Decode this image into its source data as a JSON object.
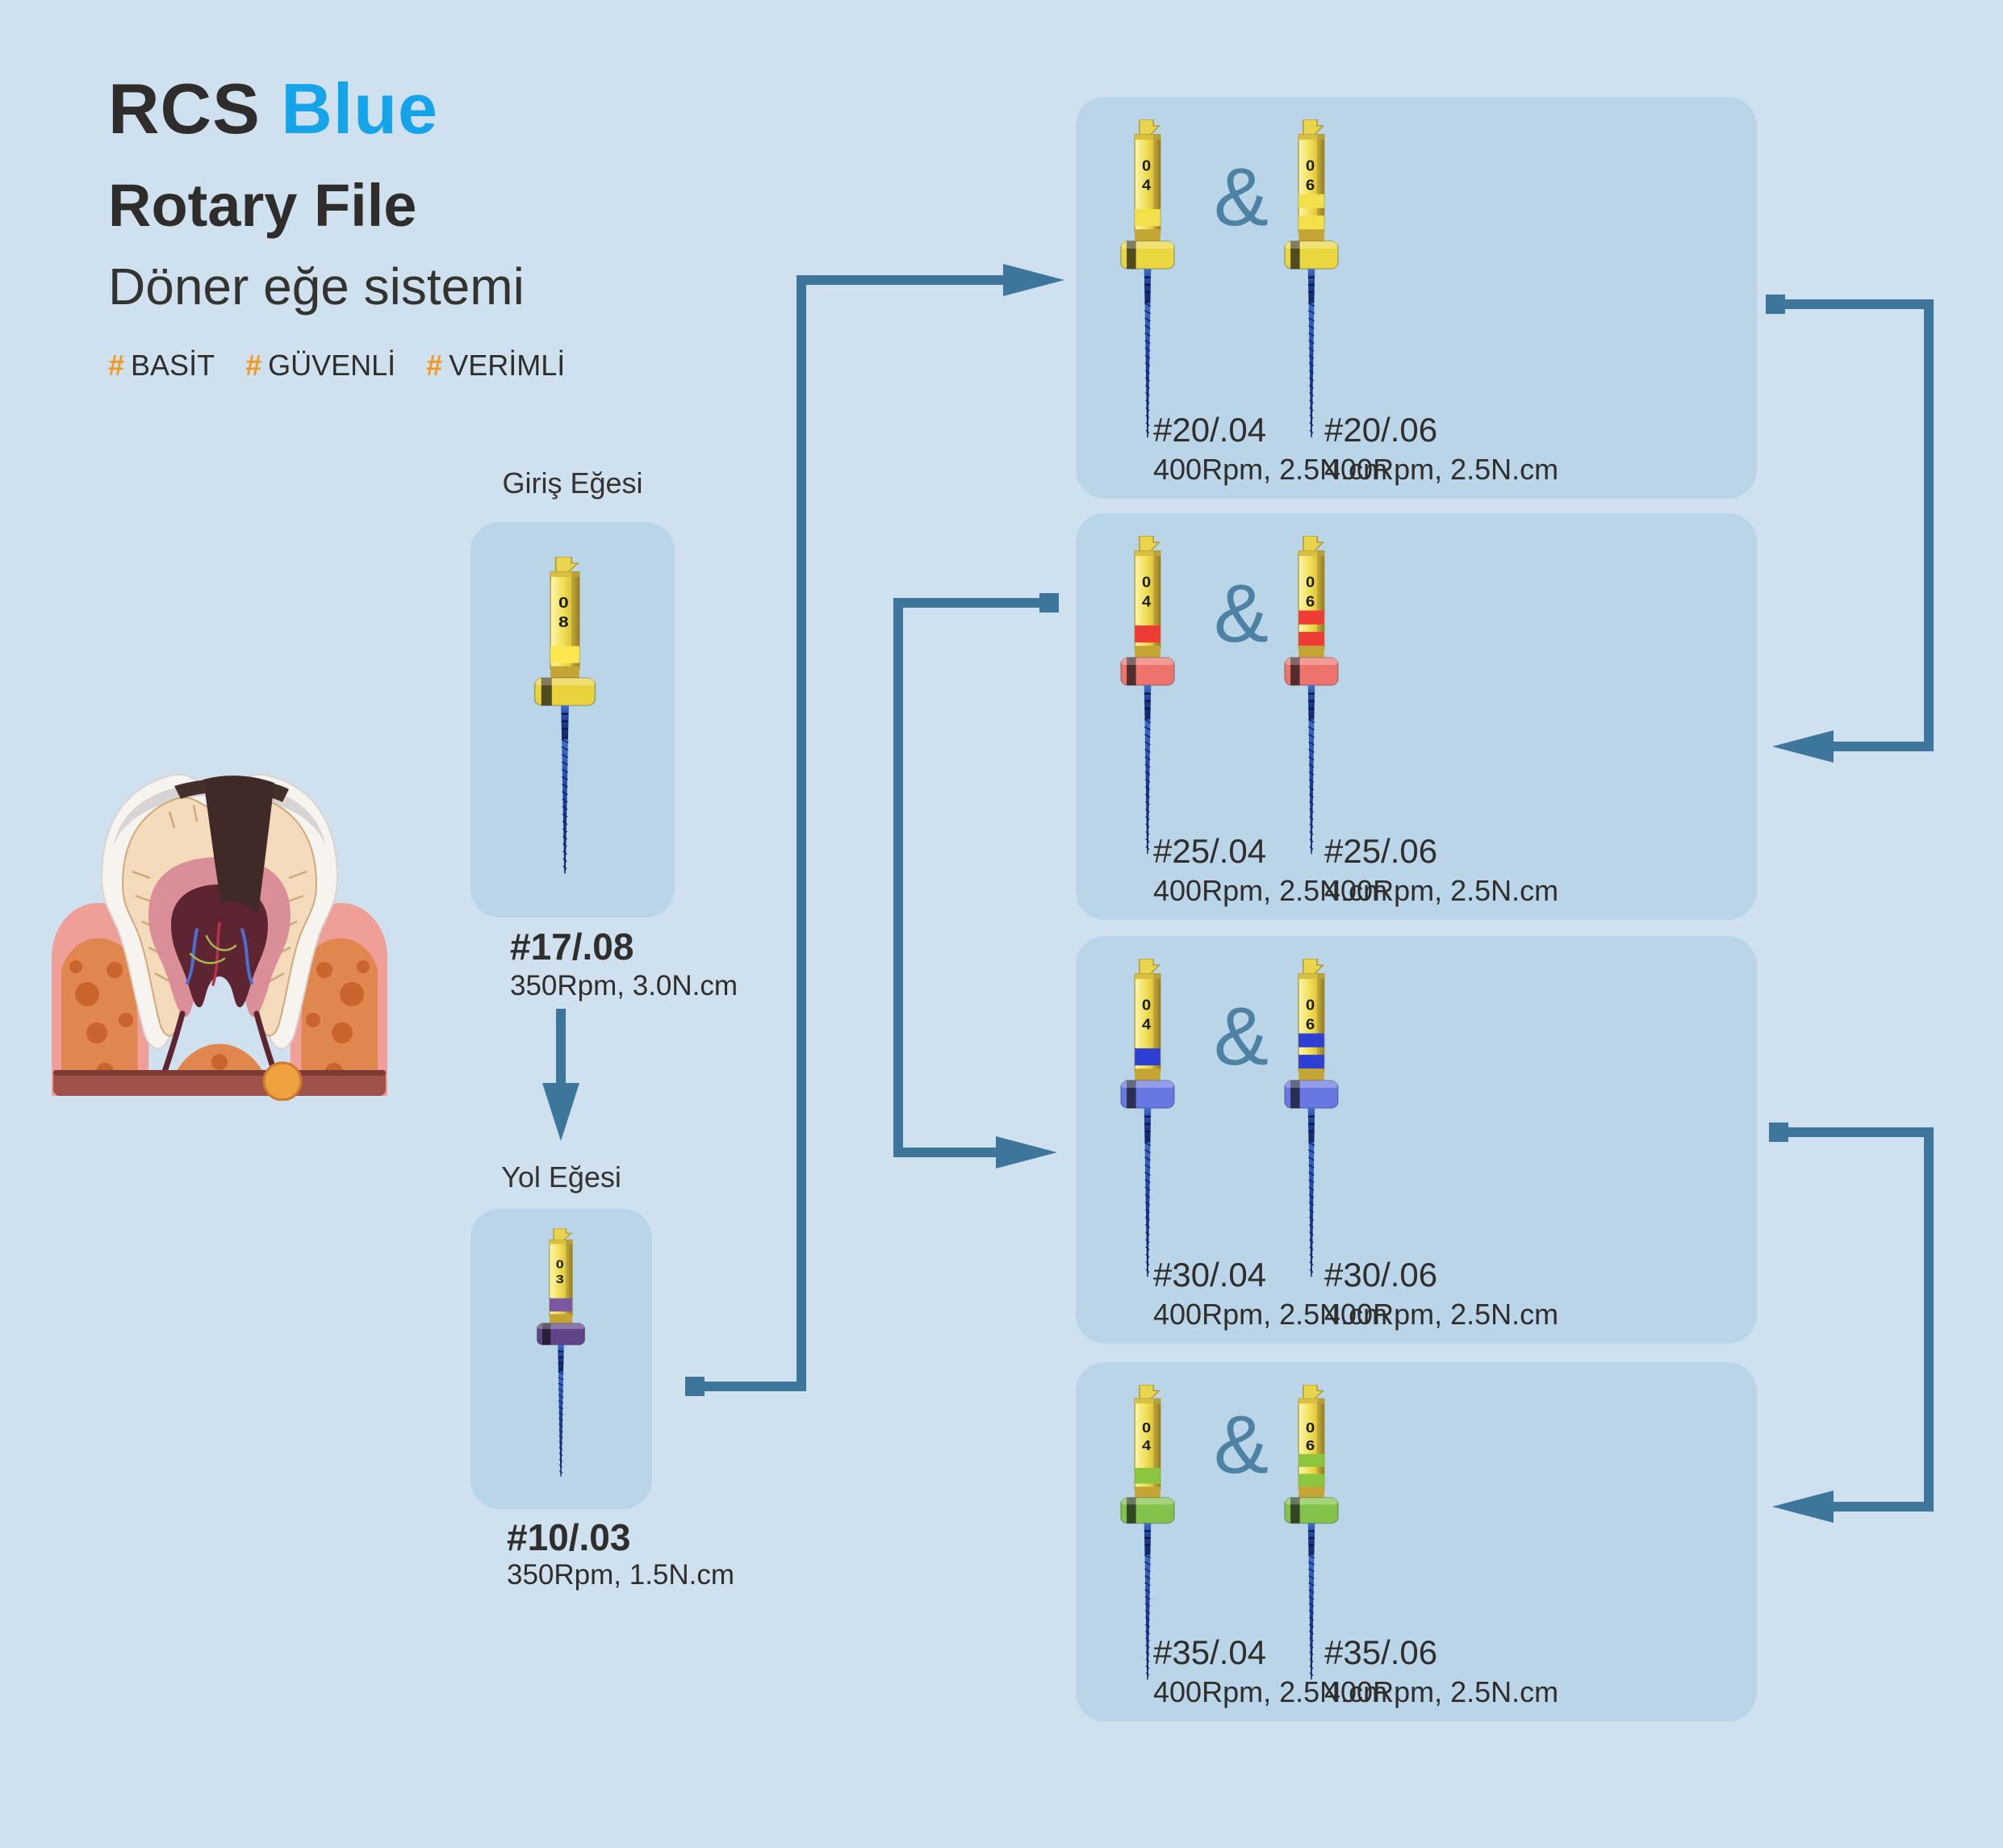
{
  "colors": {
    "background": "#cfe1ef",
    "card": "#b9d5e7",
    "accent_blue": "#15a3ea",
    "text_dark": "#2e2d2c",
    "hash_orange": "#f5991d",
    "connector": "#3e759b",
    "ampersand": "#4d82a4",
    "handle_gold_light": "#fdf6b0",
    "handle_gold": "#f0df55",
    "handle_gold_dark": "#c9a92e",
    "shaft_blue_light": "#3f6cc9",
    "shaft_blue": "#1b3a92",
    "shaft_blue_dark": "#10255f"
  },
  "header": {
    "title_main": "RCS",
    "title_accent": "Blue",
    "title_line2": "Rotary File",
    "title_line3": "Döner eğe sistemi",
    "hashtags": [
      {
        "symbol": "#",
        "label": "BASİT"
      },
      {
        "symbol": "#",
        "label": "GÜVENLİ"
      },
      {
        "symbol": "#",
        "label": "VERİMLİ"
      }
    ]
  },
  "intro": {
    "giris": {
      "label": "Giriş Eğesi",
      "spec": "#17/.08",
      "params": "350Rpm, 3.0N.cm",
      "digits": "08",
      "band_color": "#ffe74f",
      "disc_color": "#e9d23b",
      "bands": 1
    },
    "yol": {
      "label": "Yol Eğesi",
      "spec": "#10/.03",
      "params": "350Rpm, 1.5N.cm",
      "digits": "03",
      "band_color": "#7b57a4",
      "disc_color": "#5f4488",
      "bands": 1
    }
  },
  "pairs": [
    {
      "amp": "&",
      "left": {
        "spec": "#20/.04",
        "params": "400Rpm, 2.5N.cm",
        "digits": "04",
        "band_color": "#f3e04b",
        "disc_color": "#ead73f",
        "bands": 1
      },
      "right": {
        "spec": "#20/.06",
        "params": "400Rpm, 2.5N.cm",
        "digits": "06",
        "band_color": "#f3e04b",
        "disc_color": "#ead73f",
        "bands": 2
      }
    },
    {
      "amp": "&",
      "left": {
        "spec": "#25/.04",
        "params": "400Rpm, 2.5N.cm",
        "digits": "04",
        "band_color": "#ee3b35",
        "disc_color": "#ee736d",
        "bands": 1
      },
      "right": {
        "spec": "#25/.06",
        "params": "400Rpm, 2.5N.cm",
        "digits": "06",
        "band_color": "#ee3b35",
        "disc_color": "#ee736d",
        "bands": 2
      }
    },
    {
      "amp": "&",
      "left": {
        "spec": "#30/.04",
        "params": "400Rpm, 2.5N.cm",
        "digits": "04",
        "band_color": "#2e3fd4",
        "disc_color": "#6877e2",
        "bands": 1
      },
      "right": {
        "spec": "#30/.06",
        "params": "400Rpm, 2.5N.cm",
        "digits": "06",
        "band_color": "#2e3fd4",
        "disc_color": "#6877e2",
        "bands": 2
      }
    },
    {
      "amp": "&",
      "left": {
        "spec": "#35/.04",
        "params": "400Rpm, 2.5N.cm",
        "digits": "04",
        "band_color": "#8cc63f",
        "disc_color": "#83c24a",
        "bands": 1
      },
      "right": {
        "spec": "#35/.06",
        "params": "400Rpm, 2.5N.cm",
        "digits": "06",
        "band_color": "#8cc63f",
        "disc_color": "#83c24a",
        "bands": 2
      }
    }
  ]
}
